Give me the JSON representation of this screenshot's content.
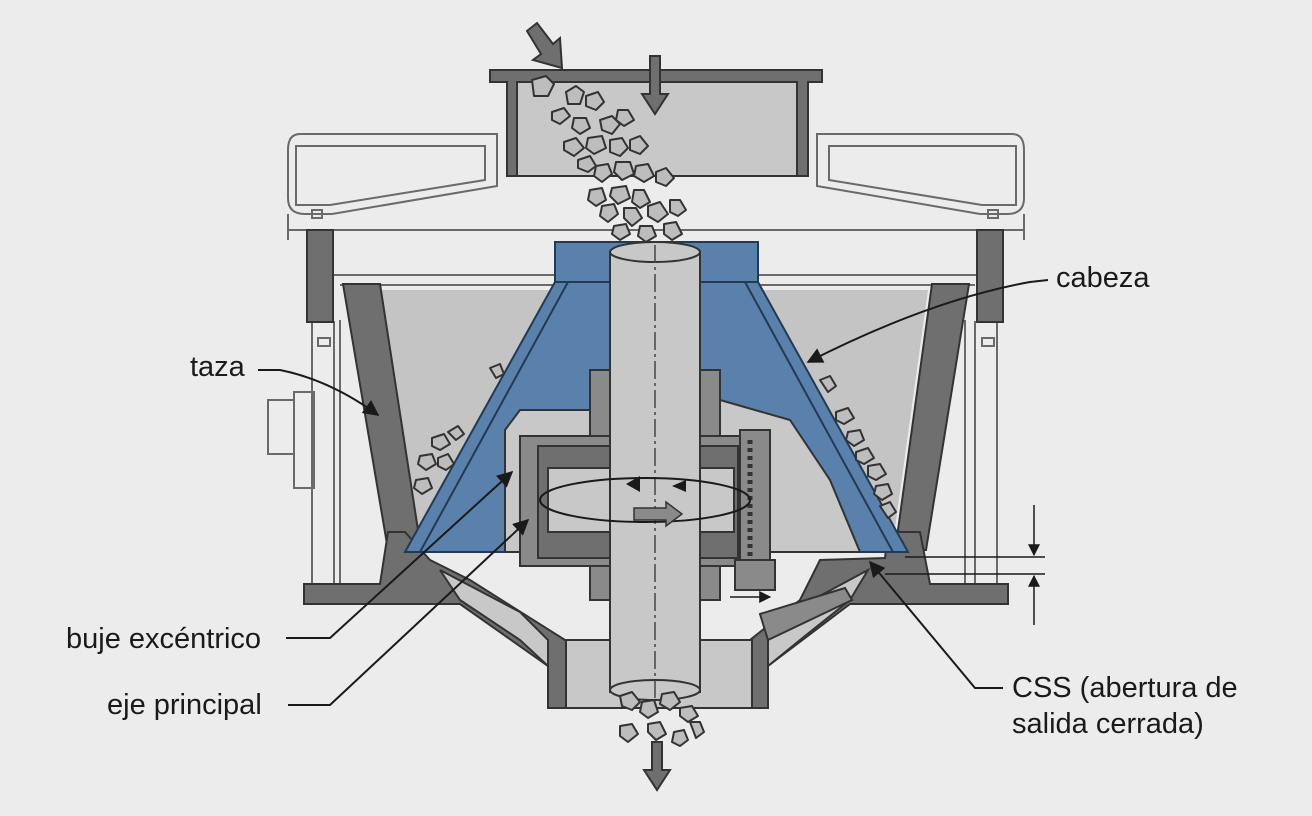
{
  "labels": {
    "taza": "taza",
    "cabeza": "cabeza",
    "buje_excentrico": "buje excéntrico",
    "eje_principal": "eje principal",
    "css_line1": "CSS (abertura de",
    "css_line2": "salida cerrada)"
  },
  "colors": {
    "background": "#ececec",
    "head_mantle": "#5a81ab",
    "casting": "#6f6f6f",
    "cavity": "#c8c8c8",
    "frame_line": "#555555"
  },
  "icons": [
    "feed-arrow-icon",
    "discharge-arrow-icon",
    "rotation-arrow-icon",
    "rock-particle-icon"
  ]
}
